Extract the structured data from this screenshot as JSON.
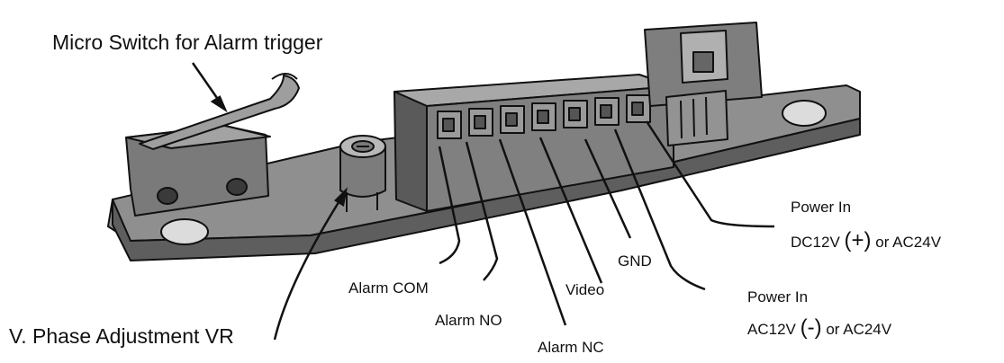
{
  "labels": {
    "micro_switch": "Micro Switch for Alarm trigger",
    "phase_vr": "V. Phase Adjustment VR",
    "alarm_com": "Alarm COM",
    "alarm_no": "Alarm NO",
    "alarm_nc": "Alarm NC",
    "video": "Video",
    "gnd": "GND",
    "power_in_dc": {
      "title": "Power In",
      "prefix": "DC12V",
      "sign": "(+)",
      "suffix": "or AC24V"
    },
    "power_in_ac": {
      "title": "Power In",
      "prefix": "AC12V",
      "sign": "(-)",
      "suffix": "or AC24V"
    }
  },
  "colors": {
    "board_top": "#8e8e8e",
    "board_edge": "#555555",
    "block": "#7d7d7d",
    "outline": "#111111"
  }
}
